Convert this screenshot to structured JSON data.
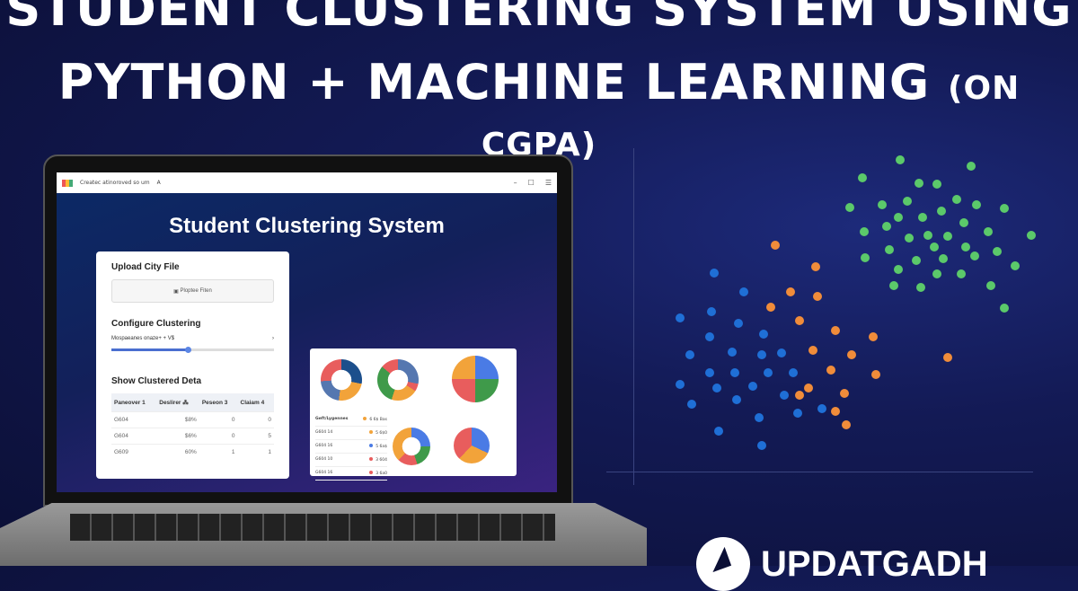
{
  "headline": {
    "line1": "STUDENT CLUSTERING SYSTEM USING",
    "line2": "PYTHON + MACHINE LEARNING",
    "line2_suffix": "(ON CGPA)"
  },
  "window": {
    "title": "Createc atinoroved so um",
    "controls": [
      "minimize",
      "maximize",
      "menu"
    ]
  },
  "app": {
    "title": "Student Clustering System",
    "upload": {
      "heading": "Upload City File",
      "button": "Ploptee Fiten"
    },
    "configure": {
      "heading": "Configure Clustering",
      "option": "Mospaeanes onaze+ + V$",
      "slider_value_percent": 47
    },
    "table": {
      "heading": "Show Clustered Deta",
      "columns": [
        "Paneover 1",
        "Deslirer ⁂",
        "Peseon 3",
        "Claiam 4"
      ],
      "rows": [
        [
          "G604",
          "$8%",
          "0",
          "0"
        ],
        [
          "G604",
          "$6%",
          "0",
          "5"
        ],
        [
          "G609",
          "60%",
          "1",
          "1"
        ]
      ]
    }
  },
  "dashboard": {
    "legend_title": "Geft/Lygennes",
    "legend": [
      {
        "label": "G604 14",
        "value": "6 6$ Bas",
        "color": "#f2a33a"
      },
      {
        "label": "G604 14",
        "value": "5 6$0",
        "color": "#f2a33a"
      },
      {
        "label": "G604 16",
        "value": "5 6a$",
        "color": "#4a7be5"
      },
      {
        "label": "G604 10",
        "value": "3 604",
        "color": "#e85d5d"
      },
      {
        "label": "G604 16",
        "value": "3 6a0",
        "color": "#e85d5d"
      }
    ]
  },
  "colors": {
    "blue": "#1f6fd6",
    "orange": "#f08c3a",
    "green": "#5bc96a"
  },
  "brand": {
    "name": "UPDATGADH"
  }
}
